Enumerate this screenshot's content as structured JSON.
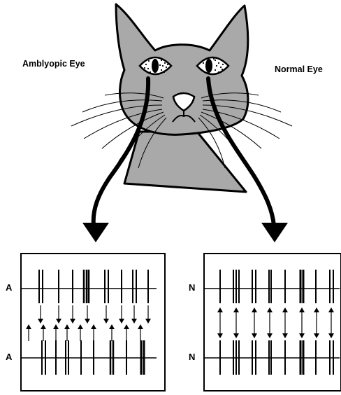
{
  "labels": {
    "amblyopic_eye": "Amblyopic Eye",
    "normal_eye": "Normal Eye"
  },
  "panels": {
    "left": {
      "top_label": "A",
      "bottom_label": "A"
    },
    "right": {
      "top_label": "N",
      "bottom_label": "N"
    }
  },
  "colors": {
    "cat_fill": "#a9a9a9",
    "line": "#000000",
    "background": "#ffffff"
  },
  "icons": [
    "cat-illustration",
    "down-arrow-icon",
    "spike-train",
    "synapse-arrow-icon"
  ]
}
